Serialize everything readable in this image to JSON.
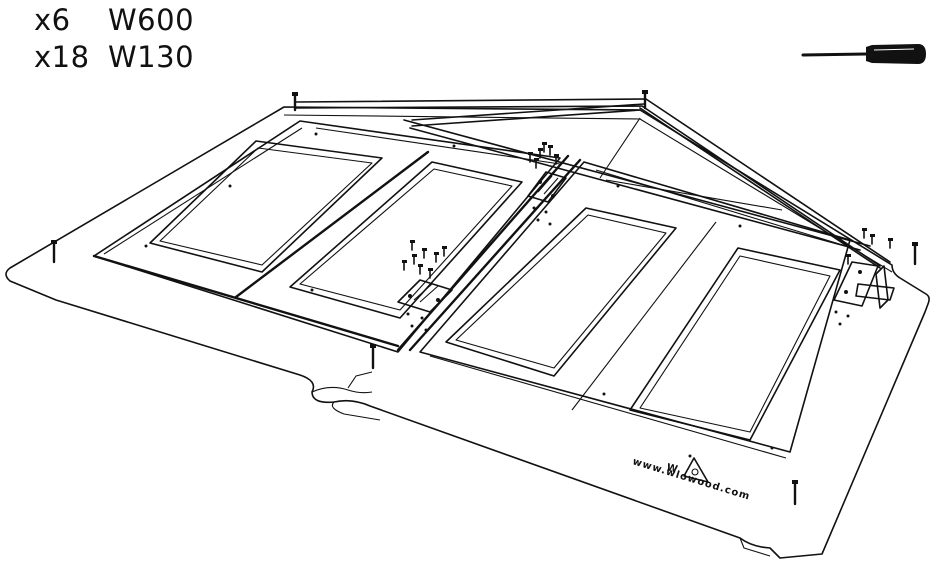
{
  "parts_list": [
    {
      "qty": "x6",
      "code": "W600"
    },
    {
      "qty": "x18",
      "code": "W130"
    }
  ],
  "tool": {
    "icon": "screwdriver-icon"
  },
  "brand": {
    "watermark": "www.wlowood.com",
    "logo_text": "WLO",
    "logo_icon": "wlo-house-logo-icon"
  },
  "colors": {
    "line": "#111111",
    "background": "#ffffff"
  }
}
